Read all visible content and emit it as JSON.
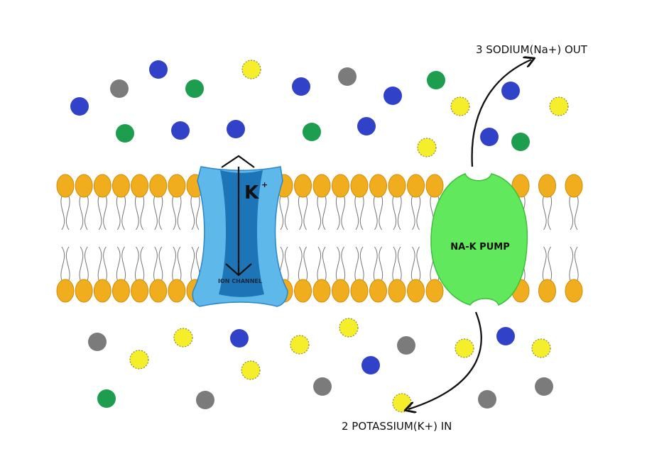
{
  "labels": {
    "sodium_out": "3 SODIUM(Na+) OUT",
    "potassium_in": "2 POTASSIUM(K+) IN",
    "pump": "NA-K PUMP",
    "channel": "ION CHANNEL",
    "ion_symbol": "K",
    "ion_charge": "+"
  },
  "colors": {
    "lipid_head": "#f0ad1e",
    "lipid_tail": "#777777",
    "channel_light": "#5fb8ea",
    "channel_dark": "#1d74b6",
    "pump": "#62e85c",
    "pump_edge": "#3cbf3a",
    "blue": "#3242c8",
    "green": "#1c9e4e",
    "gray": "#7b7b7b",
    "yellow": "#f5ee2a"
  }
}
